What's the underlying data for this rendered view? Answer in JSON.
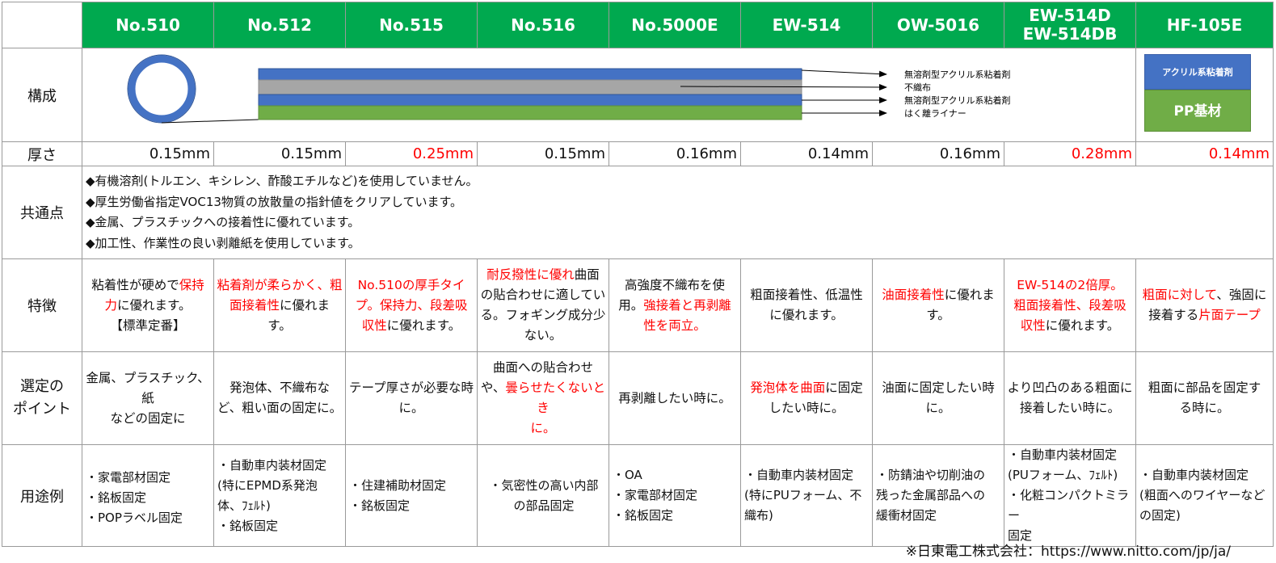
{
  "columns": [
    "No.510",
    "No.512",
    "No.515",
    "No.516",
    "No.5000E",
    "EW-514",
    "OW-5016",
    "EW-514D",
    "EW-514DB",
    "HF-105E"
  ],
  "row_labels": {
    "structure": "構成",
    "thickness": "厚さ",
    "common": "共通点",
    "feature": "特徴",
    "point_line1": "選定の",
    "point_line2": "ポイント",
    "usage": "用途例"
  },
  "diagram": {
    "layer1": "無溶剤型アクリル系粘着剤",
    "layer2": "不織布",
    "layer3": "無溶剤型アクリル系粘着剤",
    "layer4": "はく離ライナー",
    "hf_top": "アクリル系粘着剤",
    "hf_bottom": "PP基材",
    "colors": {
      "blue": "#4472c4",
      "gray": "#a6a6a6",
      "green": "#70ad47",
      "header": "#00a94f"
    }
  },
  "thickness": [
    "0.15mm",
    "0.15mm",
    "0.25mm",
    "0.15mm",
    "0.16mm",
    "0.14mm",
    "0.16mm",
    "0.28mm",
    "0.14mm"
  ],
  "common": [
    "◆有機溶剤(トルエン、キシレン、酢酸エチルなど)を使用していません。",
    "◆厚生労働省指定VOC13物質の放散量の指針値をクリアしています。",
    "◆金属、プラスチックへの接着性に優れています。",
    "◆加工性、作業性の良い剥離紙を使用しています。"
  ],
  "features": {
    "f510": {
      "a": "粘着性が硬めで",
      "b": "保持",
      "c": "力",
      "d": "に優れます。",
      "e": "【標準定番】"
    },
    "f512": {
      "a": "粘着剤が柔らかく、粗",
      "b": "面接着性",
      "c": "に優れま",
      "d": "す。"
    },
    "f515": {
      "a": "No.510の厚手タイ",
      "b": "プ。保持力、段差吸",
      "c": "収性",
      "d": "に優れます。"
    },
    "f516": {
      "a": "耐反撥性に優れ",
      "b": "曲面",
      "c": "の貼合わせに適してい",
      "d": "る。フォギング成分少",
      "e": "ない。"
    },
    "f5000": {
      "a": "高強度不織布を使",
      "b": "用。",
      "c": "強接着と再剥離",
      "d": "性を両立。"
    },
    "f514": {
      "a": "粗面接着性、低温性",
      "b": "に優れます。"
    },
    "f5016": {
      "a": "油面接着性",
      "b": "に優れま",
      "c": "す。"
    },
    "f514d": {
      "a": "EW-514の2倍厚。",
      "b": "粗面接着性、段差吸",
      "c": "収性",
      "d": "に優れます。"
    },
    "f105": {
      "a": "粗面に対して",
      "b": "、強固に",
      "c": "接着する",
      "d": "片面テープ"
    }
  },
  "points": {
    "p510": {
      "a": "金属、プラスチック、紙",
      "b": "などの固定に"
    },
    "p512": {
      "a": "発泡体、不織布な",
      "b": "ど、粗い面の固定に。"
    },
    "p515": {
      "a": "テープ厚さが必要な時",
      "b": "に。"
    },
    "p516": {
      "a": "曲面への貼合わせ",
      "b": "や、",
      "c": "曇らせたくないとき",
      "d": "に。"
    },
    "p5000": {
      "a": "再剥離したい時に。"
    },
    "p514": {
      "a": "発泡体を曲面",
      "b": "に固定",
      "c": "したい時に。"
    },
    "p5016": {
      "a": "油面に固定したい時",
      "b": "に。"
    },
    "p514d": {
      "a": "より凹凸のある粗面に",
      "b": "接着したい時に。"
    },
    "p105": {
      "a": "粗面に部品を固定す",
      "b": "る時に。"
    }
  },
  "usage": {
    "u510": [
      "・家電部材固定",
      "・銘板固定",
      "・POPラベル固定"
    ],
    "u512": [
      "・自動車内装材固定",
      "(特にEPMD系発泡",
      "体、ﾌｪﾙﾄ)",
      "・銘板固定"
    ],
    "u515": [
      "・住建補助材固定",
      "・銘板固定"
    ],
    "u516": [
      "・気密性の高い内部",
      "の部品固定"
    ],
    "u5000": [
      "・OA",
      "・家電部材固定",
      "・銘板固定"
    ],
    "u514": [
      "・自動車内装材固定",
      "(特にPUフォーム、不",
      "織布)"
    ],
    "u5016": [
      "・防錆油や切削油の",
      "残った金属部品への",
      "緩衝材固定"
    ],
    "u514d": [
      "・自動車内装材固定",
      "(PUフォーム、ﾌｪﾙﾄ)",
      "・化粧コンパクトミラー",
      "固定"
    ],
    "u105": [
      "・自動車内装材固定",
      "(粗面へのワイヤーなど",
      "の固定)"
    ]
  },
  "footer": "※日東電工株式会社：https://www.nitto.com/jp/ja/"
}
